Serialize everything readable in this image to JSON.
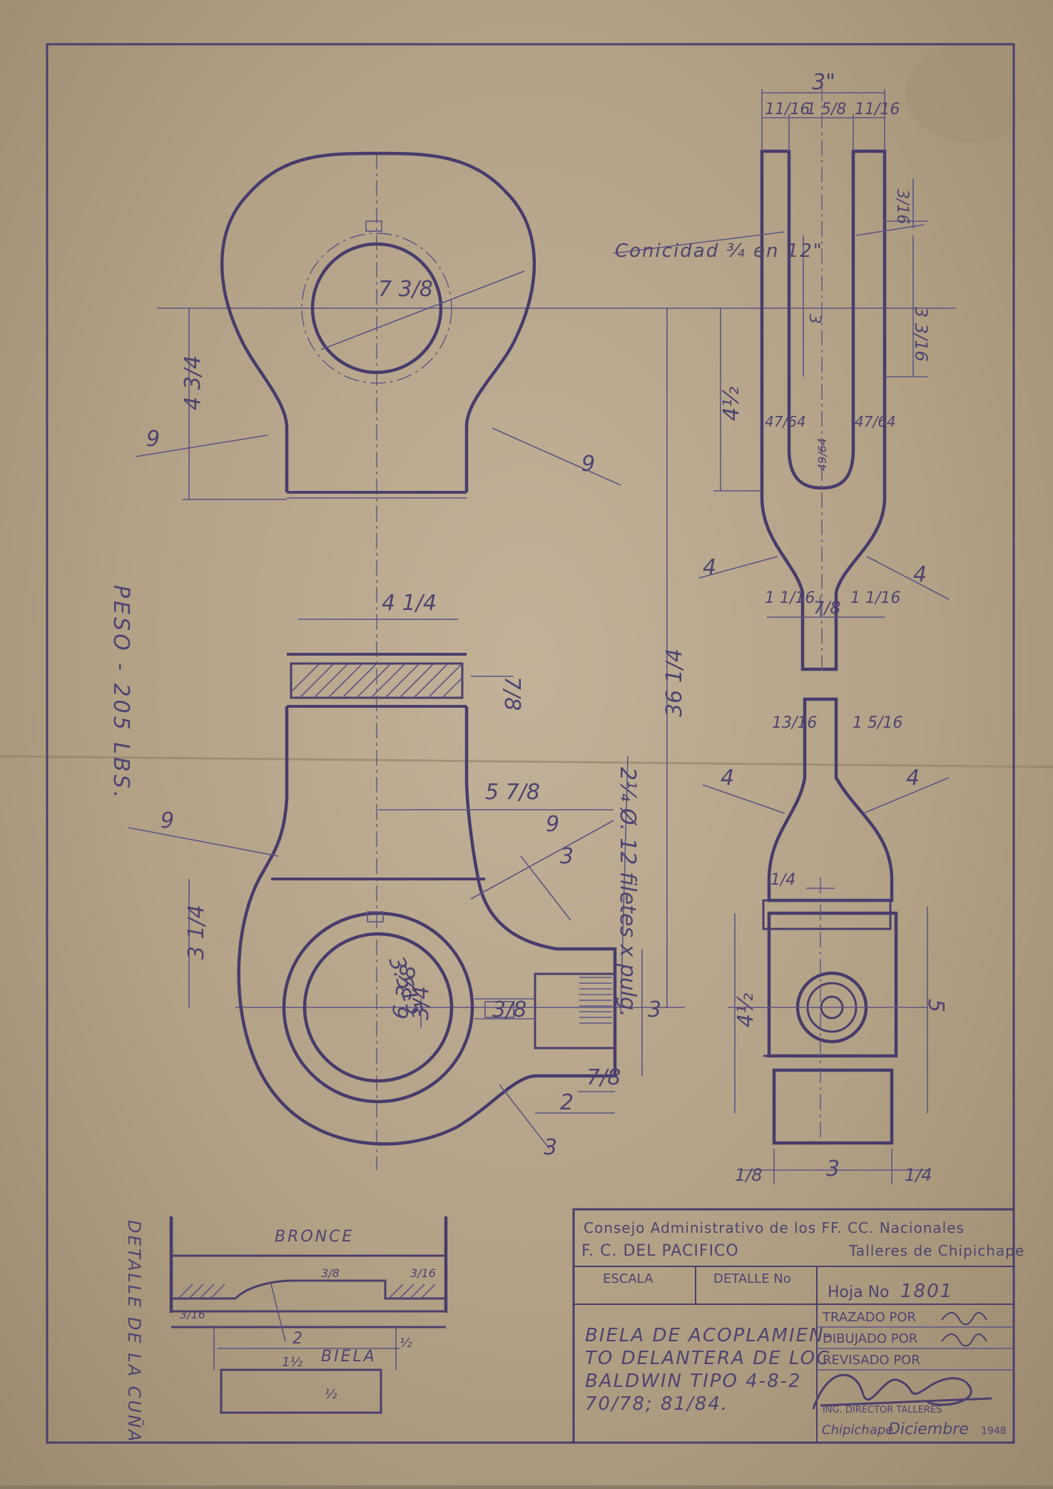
{
  "title_block": {
    "org_line1": "Consejo Administrativo de los FF. CC. Nacionales",
    "org_line2_left": "F. C. DEL PACIFICO",
    "org_line2_right": "Talleres de Chipichape",
    "escala_label": "ESCALA",
    "detalle_label": "DETALLE No",
    "hoja_label": "Hoja No",
    "hoja_value": "1801",
    "title_lines": [
      "BIELA DE ACOPLAMIEN-",
      "TO DELANTERA DE LOC",
      "BALDWIN TIPO 4-8-2",
      "70/78; 81/84."
    ],
    "trazado": "TRAZADO POR",
    "dibujado": "DIBUJADO POR",
    "revisado": "REVISADO POR",
    "director": "ING. DIRECTOR TALLERES",
    "place_date": "Chipichape",
    "month": "Diciembre",
    "year": "1948"
  },
  "labels": {
    "peso": "PESO - 205 LBS.",
    "detalle_cuna": "DETALLE DE LA CUÑA",
    "bronce": "BRONCE",
    "biela": "BIELA",
    "conicidad": "Conicidad",
    "conicidad_rest": "en 12\"",
    "thread": "2¼ Ø. 12 filetes x pulg."
  },
  "dims": {
    "d3in": "3\"",
    "d11_16a": "11/16",
    "d1_5_8": "1 5/8",
    "d11_16b": "11/16",
    "d3_16": "3/16",
    "d3_3_16": "3 3/16",
    "d3": "3",
    "d4_half": "4½",
    "d47_64a": "47/64",
    "d47_64b": "47/64",
    "d49_64": "49/64",
    "d4a": "4",
    "d4b": "4",
    "d1_1_16a": "1 1/16",
    "d7_8": "7/8",
    "d1_1_16b": "1 1/16",
    "d7_3_8": "7 3/8",
    "d4_3_4": "4 3/4",
    "d9a": "9",
    "d9b": "9",
    "d4_1_4": "4 1/4",
    "d7_8b": "7/8",
    "d36_1_4": "36 1/4",
    "d5_7_8": "5 7/8",
    "d9c": "9",
    "d9d": "9",
    "d3a": "3",
    "d3_1_4": "3 1/4",
    "d3_515": "3.515",
    "d6_3_8": "6 3/8",
    "d3_4": "3/4",
    "d3_8": "3/8",
    "d3b": "3",
    "d7_8c": "7/8",
    "d2": "2",
    "d3c": "3",
    "d13_16": "13/16",
    "d1_5_16": "1 5/16",
    "d4c": "4",
    "d4d": "4",
    "d1_4": "1/4",
    "d4_half_b": "4½",
    "d5": "5",
    "d1_8": "1/8",
    "d3d": "3",
    "d1_4b": "1/4",
    "c3_16a": "3/16",
    "c3_16b": "3/16",
    "c3_8": "3/8",
    "c2": "2",
    "c1_half_a": "1½",
    "c1_half_b": "½",
    "c1_half_c": "½"
  }
}
